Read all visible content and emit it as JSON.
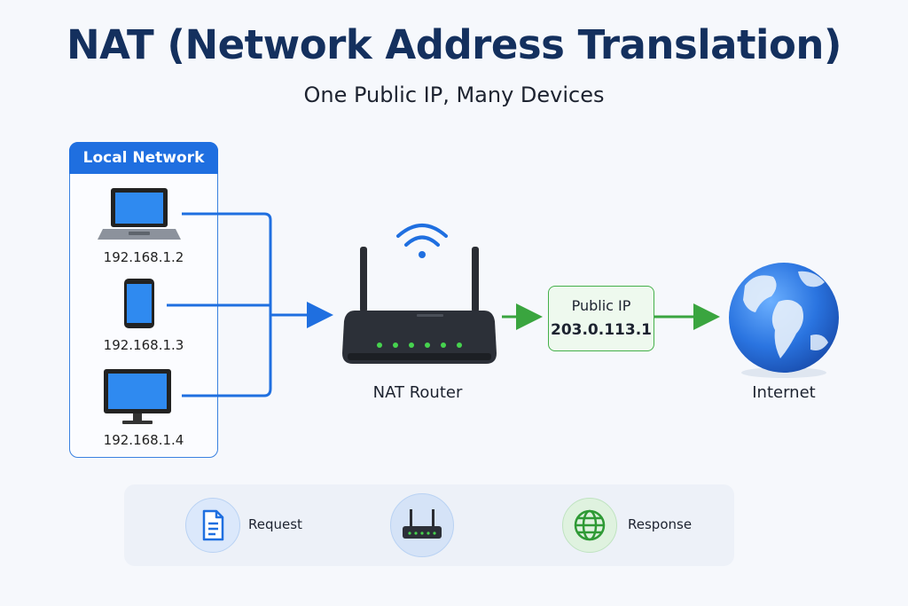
{
  "title": "NAT (Network Address Translation)",
  "subtitle": "One Public IP, Many Devices",
  "local_network": {
    "header": "Local Network",
    "devices": [
      {
        "icon": "laptop-icon",
        "ip": "192.168.1.2"
      },
      {
        "icon": "smartphone-icon",
        "ip": "192.168.1.3"
      },
      {
        "icon": "monitor-icon",
        "ip": "192.168.1.4"
      }
    ]
  },
  "router": {
    "icon": "router-icon",
    "label": "NAT Router"
  },
  "public_ip": {
    "label": "Public IP",
    "address": "203.0.113.1"
  },
  "internet": {
    "icon": "globe-icon",
    "label": "Internet"
  },
  "legend": {
    "request": {
      "icon": "document-icon",
      "label": "Request"
    },
    "router_icon": "router-icon",
    "response": {
      "icon": "globe-grid-icon",
      "label": "Response"
    }
  },
  "colors": {
    "blue": "#1f6fe0",
    "green": "#3aa53f",
    "title": "#14305e"
  }
}
